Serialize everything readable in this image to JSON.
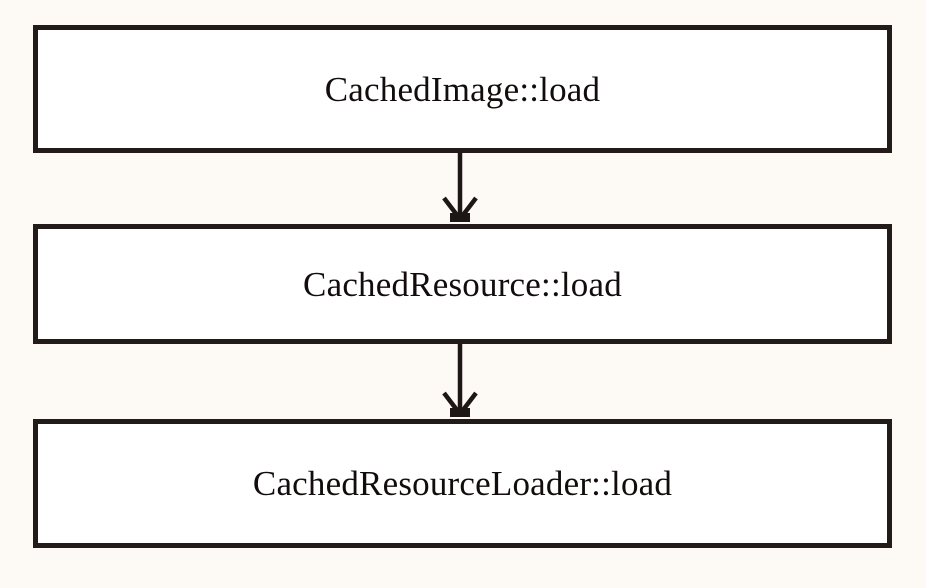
{
  "diagram": {
    "type": "flowchart",
    "title": "",
    "orientation": "top-to-bottom",
    "background_color": "#fdfaf6",
    "box_fill_color": "#ffffff",
    "box_border_color": "#231b19",
    "text_color": "#120d0c",
    "arrow_color": "#1d1614",
    "nodes": [
      {
        "id": "node-1",
        "label": "CachedImage::load"
      },
      {
        "id": "node-2",
        "label": "CachedResource::load"
      },
      {
        "id": "node-3",
        "label": "CachedResourceLoader::load"
      }
    ],
    "edges": [
      {
        "id": "edge-1",
        "from": "node-1",
        "to": "node-2",
        "style": "solid",
        "arrowhead": "open-v"
      },
      {
        "id": "edge-2",
        "from": "node-2",
        "to": "node-3",
        "style": "solid",
        "arrowhead": "open-v"
      }
    ]
  }
}
